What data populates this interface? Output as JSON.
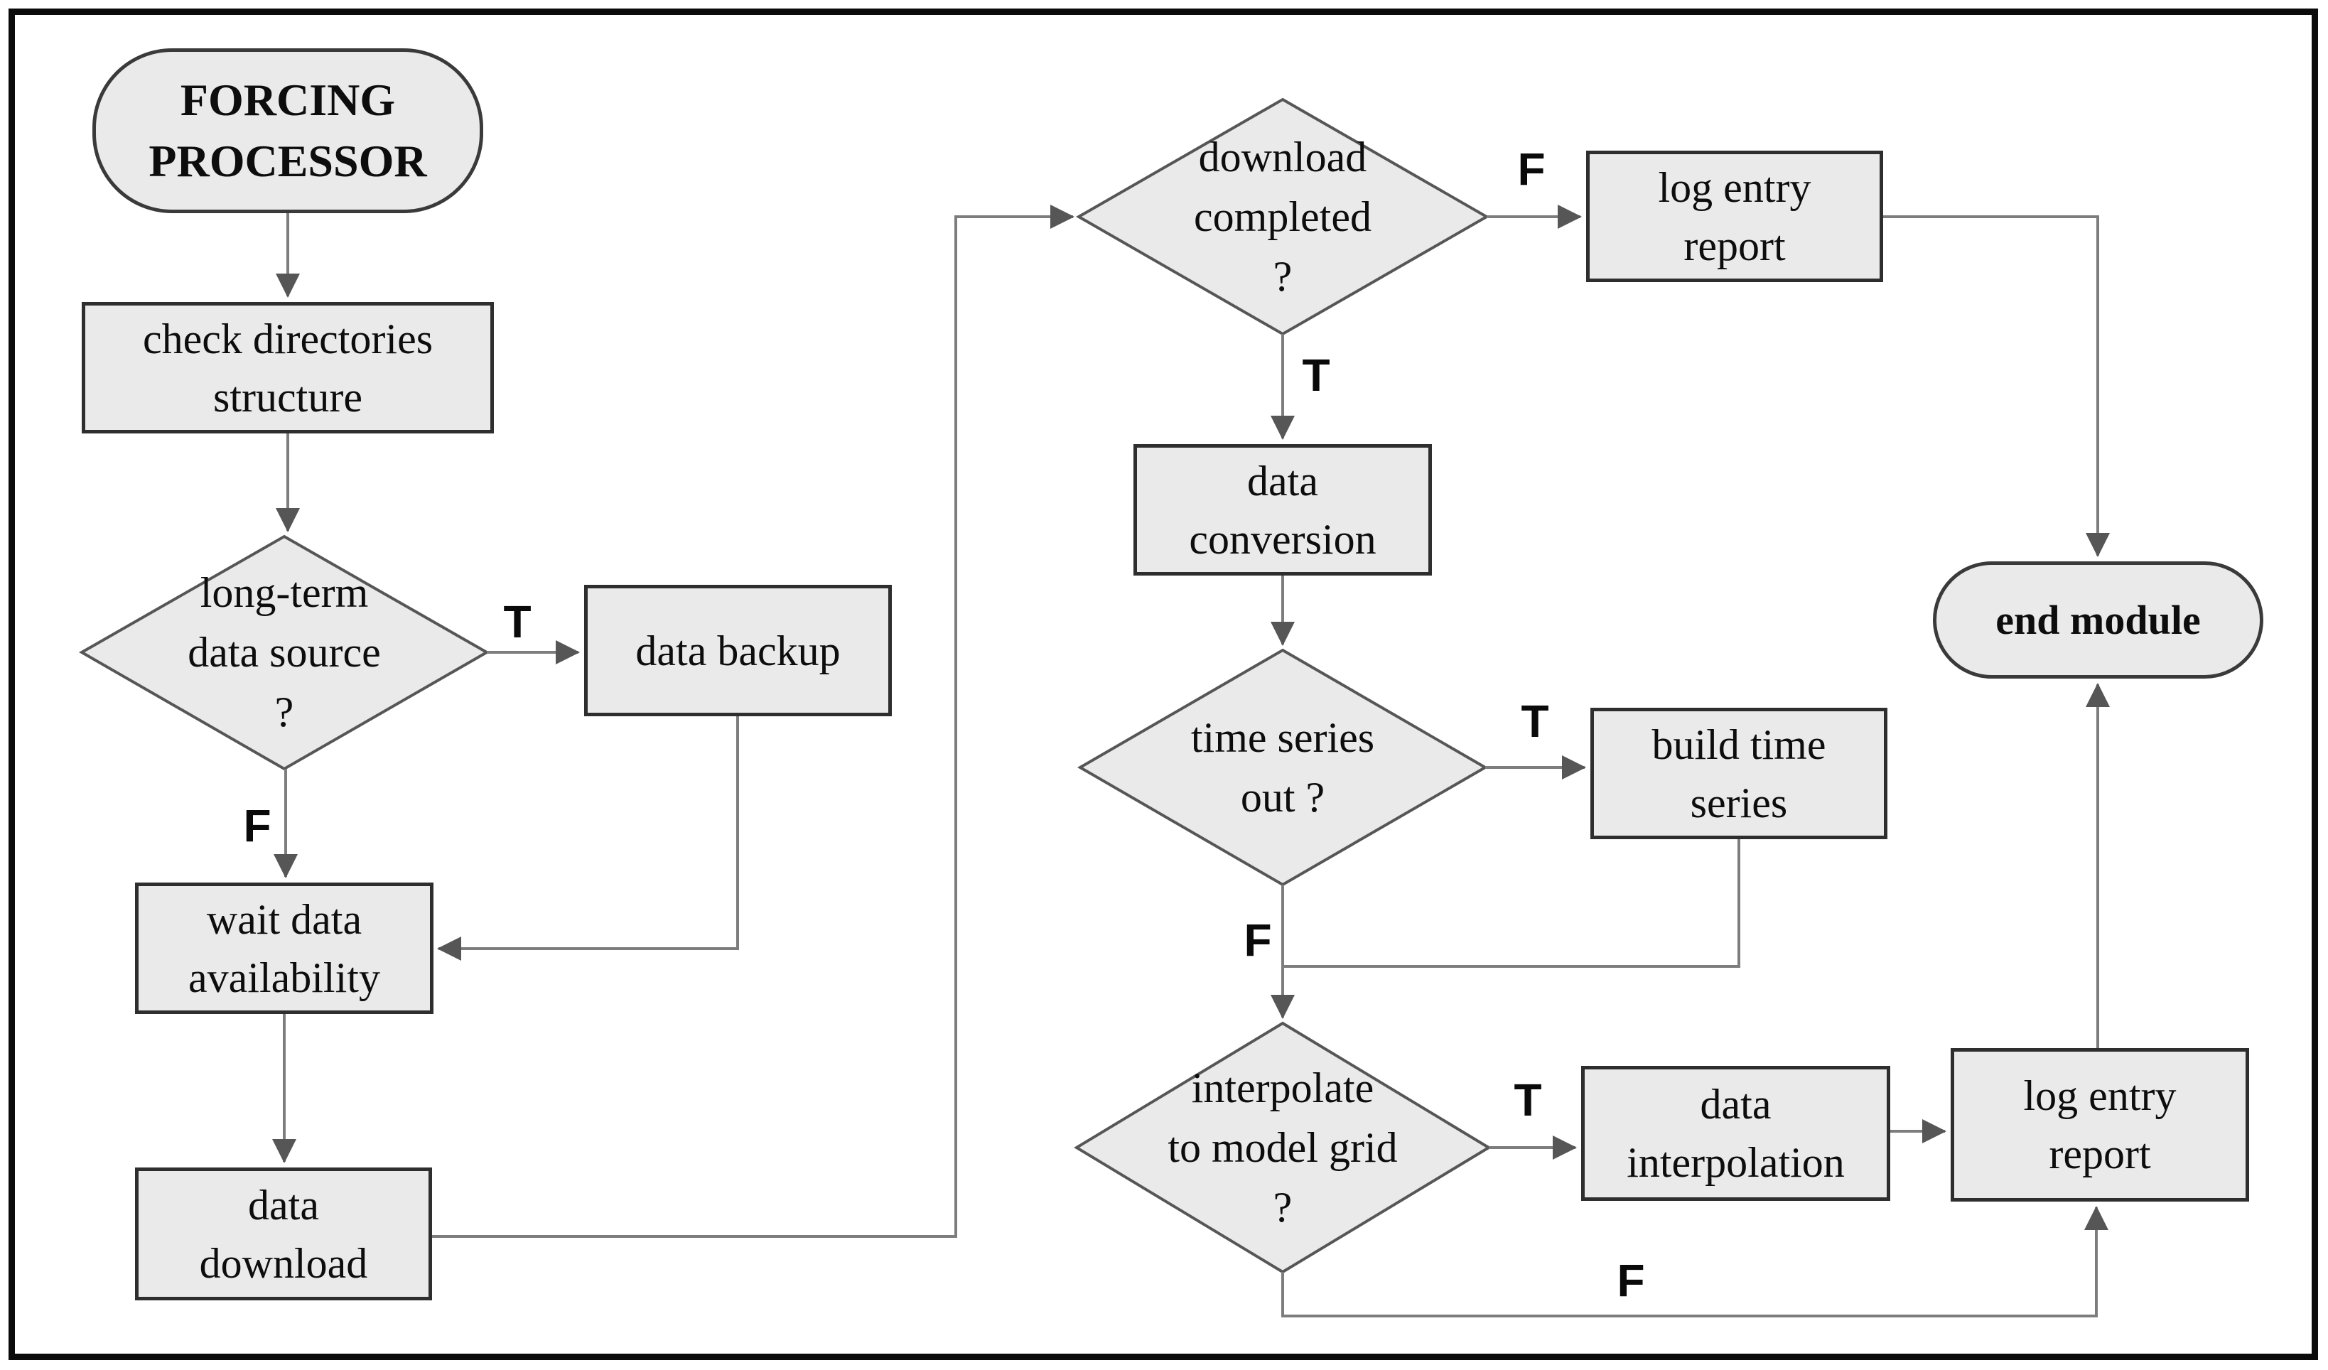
{
  "diagram_title": "FORCING PROCESSOR flowchart",
  "colors": {
    "background": "#ffffff",
    "frame_border": "#0b0b0b",
    "node_fill": "#eaeaea",
    "box_border": "#2e2e2e",
    "diamond_border": "#565656",
    "line": "#7d7d7d",
    "arrowhead": "#565656",
    "text": "#0d0d0d"
  },
  "nodes": {
    "forcing": {
      "type": "terminator",
      "label": "FORCING\nPROCESSOR"
    },
    "check": {
      "type": "process",
      "label": "check directories\nstructure"
    },
    "longterm": {
      "type": "decision",
      "label": "long-term\ndata source\n?"
    },
    "backup": {
      "type": "process",
      "label": "data backup"
    },
    "wait": {
      "type": "process",
      "label": "wait data\navailability"
    },
    "download": {
      "type": "process",
      "label": "data\ndownload"
    },
    "completed": {
      "type": "decision",
      "label": "download\ncompleted\n?"
    },
    "log1": {
      "type": "process",
      "label": "log entry\nreport"
    },
    "conversion": {
      "type": "process",
      "label": "data\nconversion"
    },
    "timeseries": {
      "type": "decision",
      "label": "time series\nout ?"
    },
    "buildts": {
      "type": "process",
      "label": "build time\nseries"
    },
    "interpolate": {
      "type": "decision",
      "label": "interpolate\nto model grid\n?"
    },
    "interpolation": {
      "type": "process",
      "label": "data\ninterpolation"
    },
    "log2": {
      "type": "process",
      "label": "log entry\nreport"
    },
    "end": {
      "type": "terminator",
      "label": "end module"
    }
  },
  "branch_labels": {
    "longterm_true": "T",
    "longterm_false": "F",
    "completed_false": "F",
    "completed_true": "T",
    "timeseries_true": "T",
    "timeseries_false": "F",
    "interpolate_true": "T",
    "interpolate_false": "F"
  },
  "edges": [
    {
      "from": "forcing",
      "to": "check",
      "label": ""
    },
    {
      "from": "check",
      "to": "longterm",
      "label": ""
    },
    {
      "from": "longterm",
      "to": "backup",
      "label": "T"
    },
    {
      "from": "longterm",
      "to": "wait",
      "label": "F"
    },
    {
      "from": "backup",
      "to": "wait",
      "label": ""
    },
    {
      "from": "wait",
      "to": "download",
      "label": ""
    },
    {
      "from": "download",
      "to": "completed",
      "label": ""
    },
    {
      "from": "completed",
      "to": "log1",
      "label": "F"
    },
    {
      "from": "completed",
      "to": "conversion",
      "label": "T"
    },
    {
      "from": "log1",
      "to": "end",
      "label": ""
    },
    {
      "from": "conversion",
      "to": "timeseries",
      "label": ""
    },
    {
      "from": "timeseries",
      "to": "buildts",
      "label": "T"
    },
    {
      "from": "timeseries",
      "to": "interpolate",
      "label": "F"
    },
    {
      "from": "buildts",
      "to": "interpolate",
      "label": ""
    },
    {
      "from": "interpolate",
      "to": "interpolation",
      "label": "T"
    },
    {
      "from": "interpolation",
      "to": "log2",
      "label": ""
    },
    {
      "from": "interpolate",
      "to": "log2",
      "label": "F"
    },
    {
      "from": "log2",
      "to": "end",
      "label": ""
    }
  ]
}
